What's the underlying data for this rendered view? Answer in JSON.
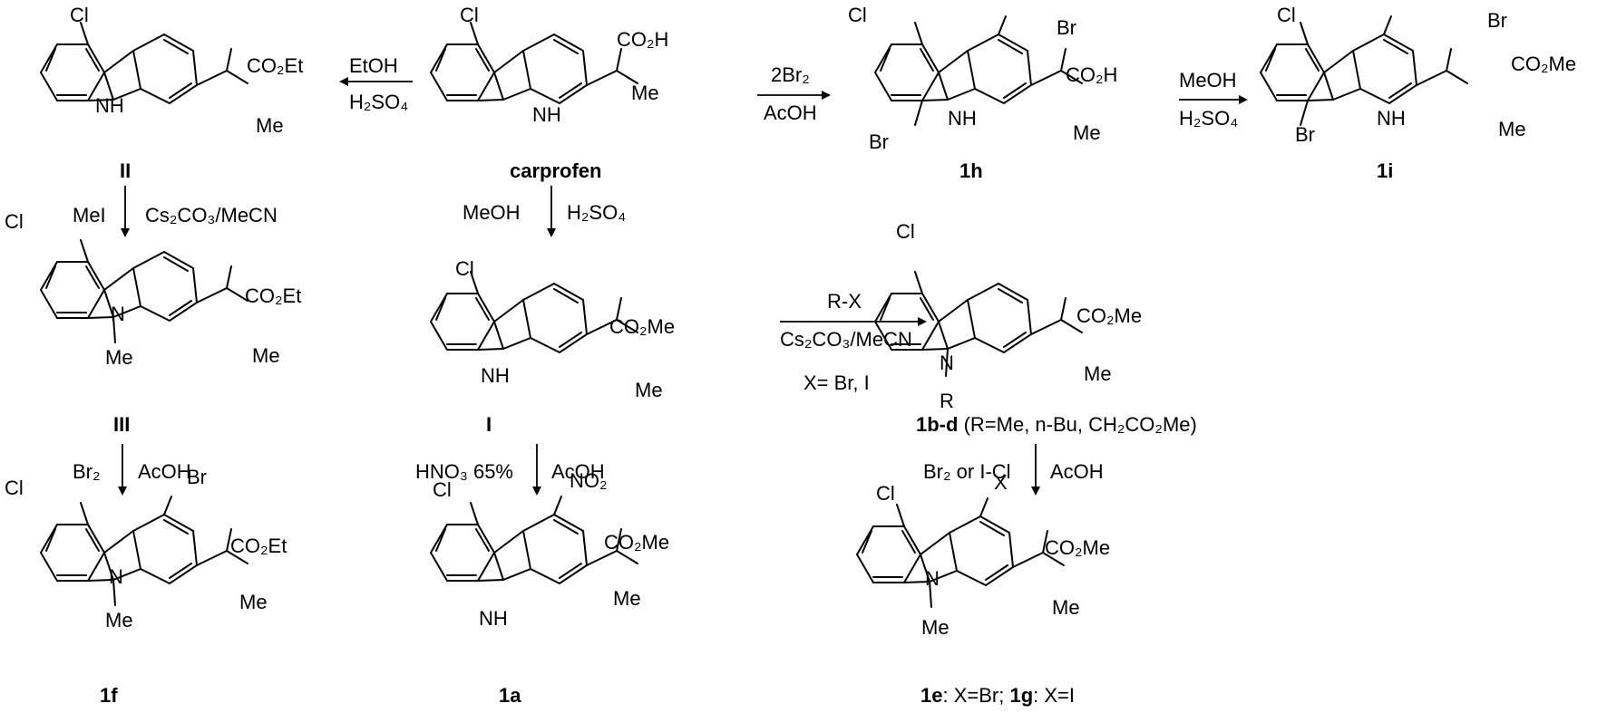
{
  "compounds": {
    "carprofen": {
      "label": "carprofen",
      "cl": "Cl",
      "nh": "NH",
      "side": "CO₂H",
      "me": "Me"
    },
    "II": {
      "label": "II",
      "cl": "Cl",
      "nh": "NH",
      "side": "CO₂Et",
      "me": "Me"
    },
    "h1": {
      "label": "1h",
      "cl": "Cl",
      "br1": "Br",
      "br2": "Br",
      "nh": "NH",
      "side": "CO₂H",
      "me": "Me"
    },
    "i1": {
      "label": "1i",
      "cl": "Cl",
      "br1": "Br",
      "br2": "Br",
      "nh": "NH",
      "side": "CO₂Me",
      "me": "Me"
    },
    "III": {
      "label": "III",
      "cl": "Cl",
      "n": "N",
      "nme": "Me",
      "side": "CO₂Et",
      "me": "Me"
    },
    "I": {
      "label": "I",
      "cl": "Cl",
      "nh": "NH",
      "side": "CO₂Me",
      "me": "Me"
    },
    "bd1": {
      "label": "1b-d",
      "label_rest": " (R=Me, n-Bu, CH₂CO₂Me)",
      "cl": "Cl",
      "n": "N",
      "r": "R",
      "side": "CO₂Me",
      "me": "Me"
    },
    "f1": {
      "label": "1f",
      "cl": "Cl",
      "br": "Br",
      "n": "N",
      "nme": "Me",
      "side": "CO₂Et",
      "me": "Me"
    },
    "a1": {
      "label": "1a",
      "cl": "Cl",
      "no2": "NO₂",
      "nh": "NH",
      "side": "CO₂Me",
      "me": "Me"
    },
    "eg1": {
      "label_a": "1e",
      "text_a": ": X=Br; ",
      "label_b": "1g",
      "text_b": ": X=I",
      "cl": "Cl",
      "x": "X",
      "n": "N",
      "nme": "Me",
      "side": "CO₂Me",
      "me": "Me"
    }
  },
  "reactions": {
    "esterify_et": {
      "top": "EtOH",
      "bottom": "H₂SO₄"
    },
    "brominate_acid": {
      "top": "2Br₂",
      "bottom": "AcOH"
    },
    "esterify_me_br": {
      "top": "MeOH",
      "bottom": "H₂SO₄"
    },
    "methylate": {
      "left": "MeI",
      "right": "Cs₂CO₃/MeCN"
    },
    "esterify_me": {
      "left": "MeOH",
      "right": "H₂SO₄"
    },
    "alkylate": {
      "top": "R-X",
      "middle": "Cs₂CO₃/MeCN",
      "bottom": "X= Br, I"
    },
    "brominate_III": {
      "left": "Br₂",
      "right": "AcOH"
    },
    "nitrate": {
      "left": "HNO₃ 65%",
      "right": "AcOH"
    },
    "halogenate": {
      "left": "Br₂ or I-Cl",
      "right": "AcOH"
    }
  }
}
